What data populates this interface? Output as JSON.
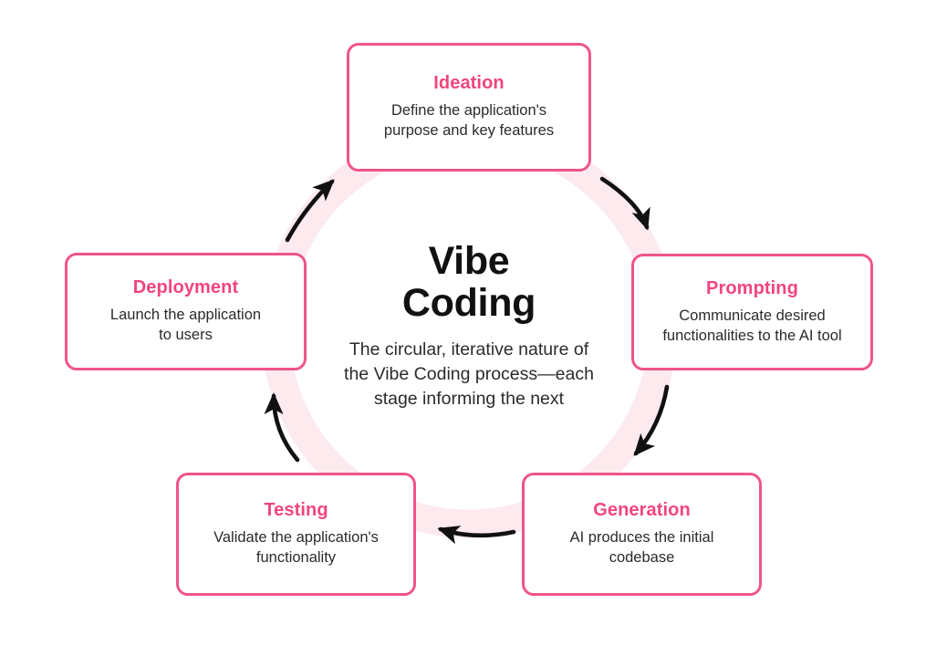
{
  "diagram": {
    "background_color": "#ffffff",
    "accent_color": "#f2457c",
    "border_color": "#ee5588",
    "ring_color": "#fceaef",
    "arrow_color": "#111111",
    "center": {
      "title": "Vibe\nCoding",
      "subtitle": "The circular, iterative nature of\nthe Vibe Coding process—each\nstage informing the next"
    },
    "stages": [
      {
        "id": "ideation",
        "title": "Ideation",
        "description": "Define the application's\npurpose and key features"
      },
      {
        "id": "prompting",
        "title": "Prompting",
        "description": "Communicate desired\nfunctionalities to the AI tool"
      },
      {
        "id": "generation",
        "title": "Generation",
        "description": "AI produces the initial\ncodebase"
      },
      {
        "id": "testing",
        "title": "Testing",
        "description": "Validate the application's\nfunctionality"
      },
      {
        "id": "deployment",
        "title": "Deployment",
        "description": "Launch the application\nto users"
      }
    ],
    "arrows": [
      {
        "id": "ideation-to-prompting",
        "from": "ideation",
        "to": "prompting",
        "direction": "clockwise"
      },
      {
        "id": "prompting-to-generation",
        "from": "prompting",
        "to": "generation",
        "direction": "clockwise"
      },
      {
        "id": "generation-to-testing",
        "from": "generation",
        "to": "testing",
        "direction": "clockwise"
      },
      {
        "id": "testing-to-deployment",
        "from": "testing",
        "to": "deployment",
        "direction": "clockwise"
      },
      {
        "id": "deployment-to-ideation",
        "from": "deployment",
        "to": "ideation",
        "direction": "clockwise"
      }
    ]
  }
}
